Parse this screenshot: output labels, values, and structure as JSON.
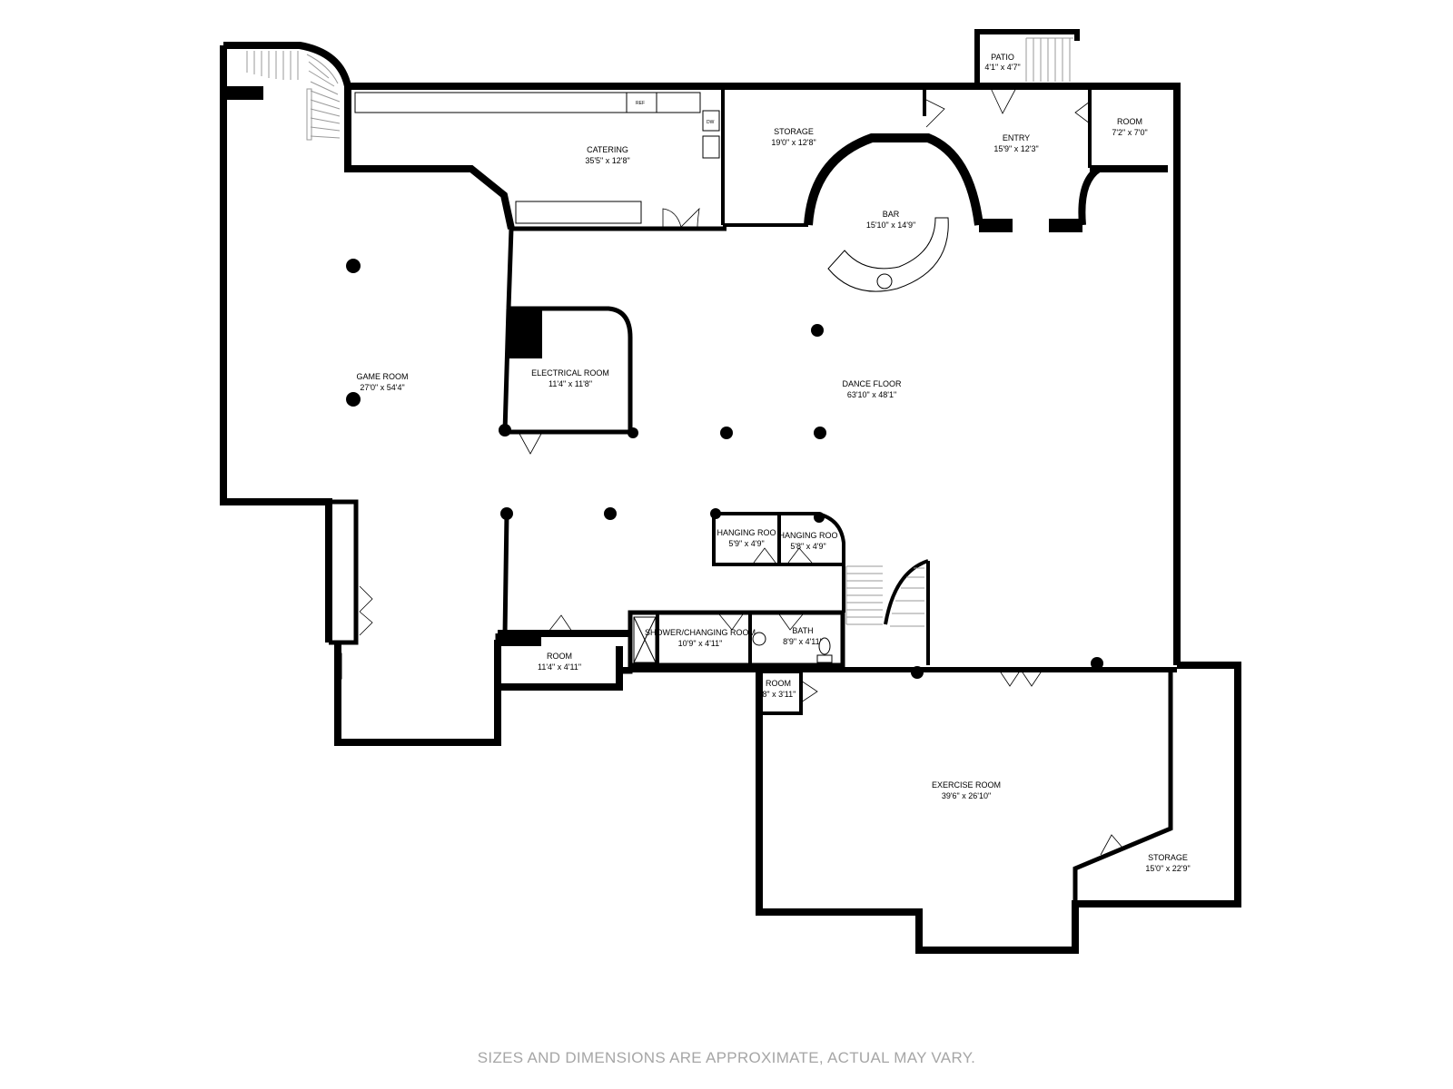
{
  "rooms": {
    "game_room": {
      "name": "GAME ROOM",
      "size": "27'0\" x 54'4\""
    },
    "catering": {
      "name": "CATERING",
      "size": "35'5\" x 12'8\""
    },
    "storage_top": {
      "name": "STORAGE",
      "size": "19'0\" x 12'8\""
    },
    "patio": {
      "name": "PATIO",
      "size": "4'1\" x 4'7\""
    },
    "entry": {
      "name": "ENTRY",
      "size": "15'9\" x 12'3\""
    },
    "room_ne": {
      "name": "ROOM",
      "size": "7'2\" x 7'0\""
    },
    "bar": {
      "name": "BAR",
      "size": "15'10\" x 14'9\""
    },
    "electrical_room": {
      "name": "ELECTRICAL ROOM",
      "size": "11'4\" x 11'8\""
    },
    "dance_floor": {
      "name": "DANCE FLOOR",
      "size": "63'10\" x 48'1\""
    },
    "hanging_room_1": {
      "name": "HANGING ROO",
      "size": "5'9\" x 4'9\""
    },
    "hanging_room_2": {
      "name": "HANGING ROO",
      "size": "5'8\" x 4'9\""
    },
    "shower_changing": {
      "name": "SHOWER/CHANGING ROOM",
      "size": "10'9\" x 4'11\""
    },
    "bath": {
      "name": "BATH",
      "size": "8'9\" x 4'11\""
    },
    "room_small": {
      "name": "ROOM",
      "size": "11'4\" x 4'11\""
    },
    "room_closet": {
      "name": "ROOM",
      "size": "'8\" x 3'11\""
    },
    "exercise_room": {
      "name": "EXERCISE ROOM",
      "size": "39'6\" x 26'10\""
    },
    "storage_se": {
      "name": "STORAGE",
      "size": "15'0\" x 22'9\""
    }
  },
  "fixtures": {
    "ref": "REF",
    "dw": "DW"
  },
  "disclaimer": "SIZES AND DIMENSIONS ARE APPROXIMATE, ACTUAL MAY VARY.",
  "colors": {
    "wall": "#000000",
    "background": "#ffffff",
    "disclaimer": "#a6a6a6"
  }
}
